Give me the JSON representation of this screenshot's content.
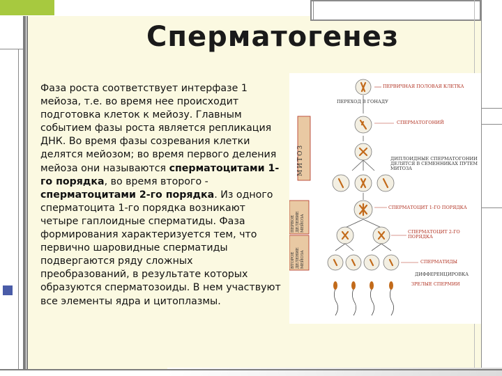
{
  "slide": {
    "title": "Сперматогенез",
    "paragraph": [
      {
        "text": "Фаза роста соответствует интерфазе 1 мейоза, т.е. во время нее происходит подготовка клеток к мейозу. Главным событием фазы роста является репликация ДНК. Во время фазы созревания клетки делятся мейозом; во время первого деления мейоза они называются ",
        "bold": false
      },
      {
        "text": "сперматоцитами 1-го порядка",
        "bold": true
      },
      {
        "text": ", во время второго - ",
        "bold": false
      },
      {
        "text": "сперматоцитами 2-го порядка",
        "bold": true
      },
      {
        "text": ". Из одного сперматоцита 1-го порядка возникают четыре гаплоидные сперматиды. Фаза формирования характеризуется тем, что первично шаровидные сперматиды подвергаются ряду сложных преобразований, в результате которых образуются сперматозоиды. В нем участвуют все элементы ядра и цитоплазмы.",
        "bold": false
      }
    ]
  },
  "diagram": {
    "labels": {
      "primary_cell": "Первичная половая клетка",
      "to_gonad": "Переход в гонаду",
      "spermatogonium": "Сперматогоний",
      "diploid": "Диплоидные сперматогонии делятся в семенниках путем митоза",
      "spermatocyte1": "Сперматоцит 1-го порядка",
      "spermatocyte2": "Сперматоцит 2-го порядка",
      "spermatids": "Сперматиды",
      "differentiation": "Дифференцировка",
      "mature": "Зрелые спермии",
      "mitosis": "МИТОЗ",
      "first_division": "Первое деление мейоза",
      "second_division": "Второе деление мейоза"
    },
    "colors": {
      "label_red": "#b13020",
      "side_box": "#e9c9a3",
      "cell_fill": "#f3efe2",
      "chromosome": "#c26a1a"
    }
  },
  "theme": {
    "accent_green": "#a7c93f",
    "panel_yellow": "#fbf9e1",
    "frame_gray": "#8a8a8a",
    "accent_blue": "#4a5ca8"
  }
}
